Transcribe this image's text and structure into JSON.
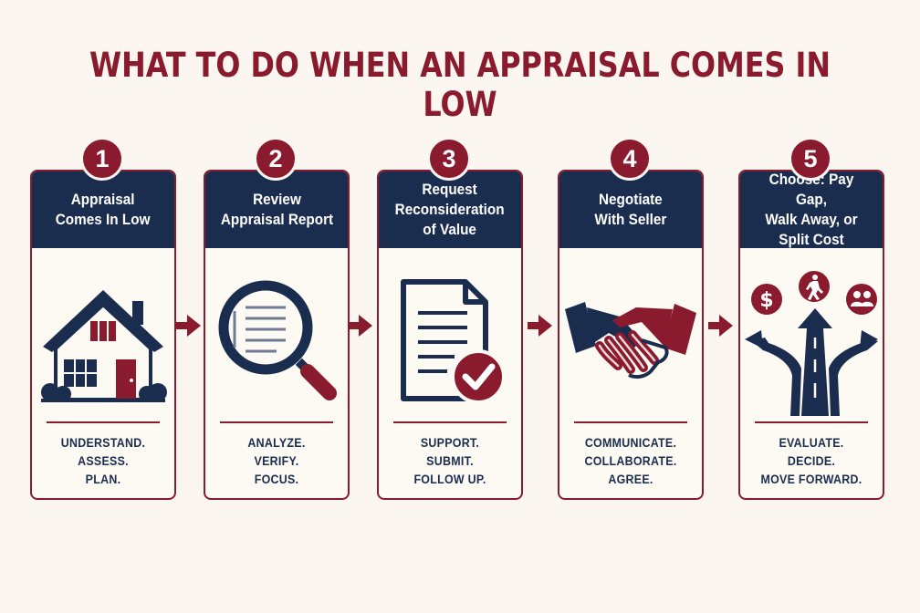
{
  "title": "WHAT TO DO WHEN AN APPRAISAL COMES IN LOW",
  "colors": {
    "maroon": "#8a1a2e",
    "navy": "#1b2d4f",
    "background": "#fbf6ef"
  },
  "steps": [
    {
      "number": "1",
      "heading": [
        "Appraisal",
        "Comes In Low"
      ],
      "icon": "house-icon",
      "tags": [
        "UNDERSTAND.",
        "ASSESS.",
        "PLAN."
      ]
    },
    {
      "number": "2",
      "heading": [
        "Review",
        "Appraisal Report"
      ],
      "icon": "magnifying-glass-icon",
      "tags": [
        "ANALYZE.",
        "VERIFY.",
        "FOCUS."
      ]
    },
    {
      "number": "3",
      "heading": [
        "Request",
        "Reconsideration",
        "of Value"
      ],
      "icon": "document-check-icon",
      "tags": [
        "SUPPORT.",
        "SUBMIT.",
        "FOLLOW UP."
      ]
    },
    {
      "number": "4",
      "heading": [
        "Negotiate",
        "With Seller"
      ],
      "icon": "handshake-icon",
      "tags": [
        "COMMUNICATE.",
        "COLLABORATE.",
        "AGREE."
      ]
    },
    {
      "number": "5",
      "heading": [
        "Choose: Pay Gap,",
        "Walk Away, or",
        "Split Cost"
      ],
      "icon": "forked-road-icon",
      "tags": [
        "EVALUATE.",
        "DECIDE.",
        "MOVE FORWARD."
      ]
    }
  ]
}
